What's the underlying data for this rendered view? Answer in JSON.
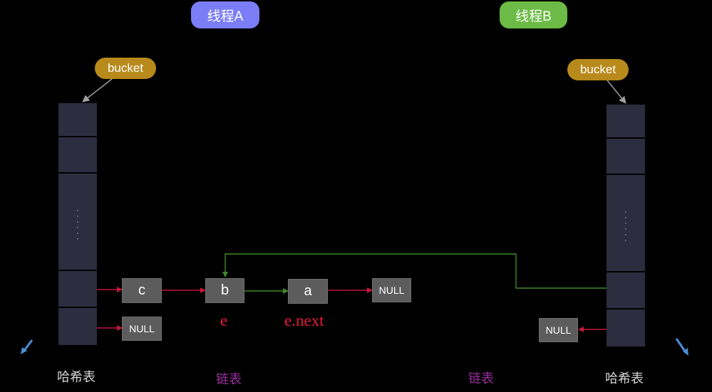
{
  "threads": {
    "a": "线程A",
    "b": "线程B"
  },
  "bucket_label": "bucket",
  "hash_table_label": "哈希表",
  "linked_list_label": "链表",
  "nodes": {
    "c": "c",
    "b": "b",
    "a": "a",
    "null": "NULL"
  },
  "variables": {
    "e": "e",
    "e_next": "e.next"
  },
  "icons": {
    "dots": "vertical-ellipsis",
    "corner_arrow": "diagonal-arrow-icon"
  },
  "colors": {
    "background": "#000000",
    "thread_a": "#7b7df6",
    "thread_b": "#6cbb46",
    "bucket_tag": "#b88a1b",
    "slot": "#2c2d3f",
    "node": "#5c5c5c",
    "red_arrow": "#c4163a",
    "green_arrow": "#3f8a2a",
    "variable_text": "#e8183a",
    "list_caption": "#9b2ea0",
    "corner_arrow": "#4a8fd8"
  }
}
